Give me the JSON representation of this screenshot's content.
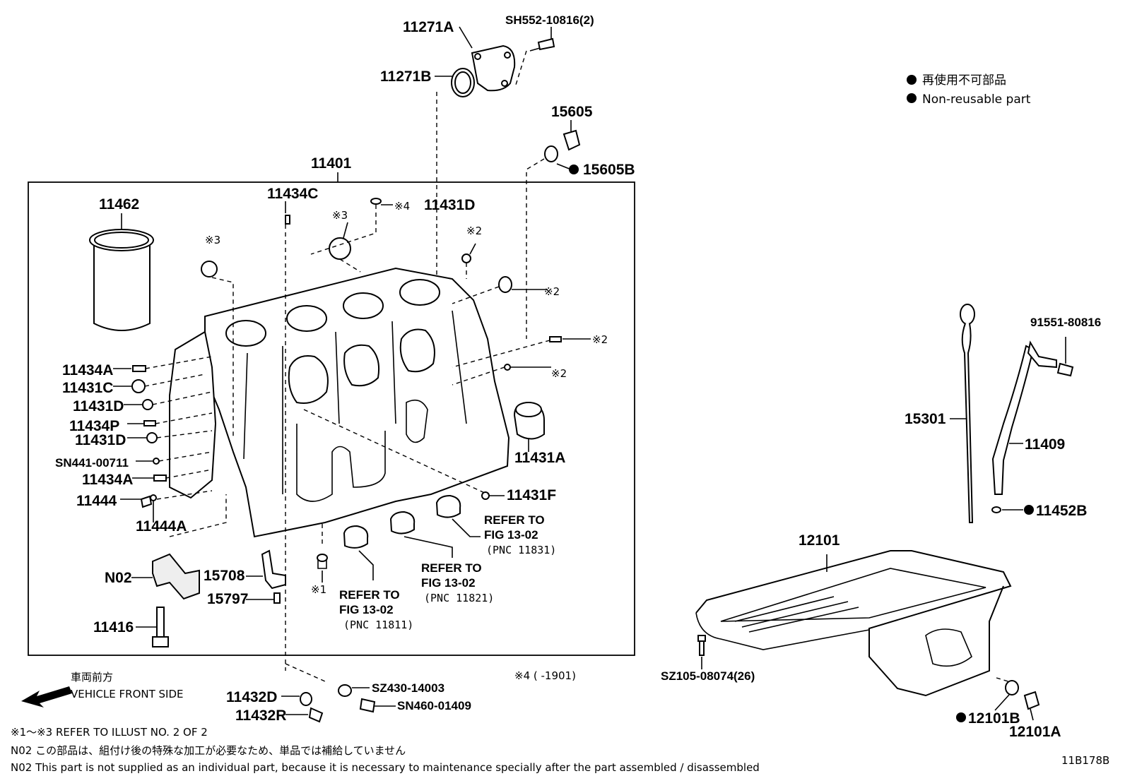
{
  "legend": {
    "jp": "再使用不可部品",
    "en": "Non-reusable part"
  },
  "labels": {
    "p11271A": "11271A",
    "sh552": "SH552-10816(2)",
    "p11271B": "11271B",
    "p15605": "15605",
    "p15605B": "15605B",
    "p11401": "11401",
    "p11462": "11462",
    "p11434C": "11434C",
    "n4": "※4",
    "p11431D_top": "11431D",
    "n3a": "※3",
    "n3b": "※3",
    "n2a": "※2",
    "n2b": "※2",
    "n2c": "※2",
    "n2d": "※2",
    "p11434A_1": "11434A",
    "p11431C": "11431C",
    "p11431D_1": "11431D",
    "p11434P": "11434P",
    "p11431D_2": "11431D",
    "sn441": "SN441-00711",
    "p11434A_2": "11434A",
    "p11444": "11444",
    "p11444A": "11444A",
    "p11431A": "11431A",
    "p11431F": "11431F",
    "ref1_a": "REFER TO",
    "ref1_b": "FIG 13-02",
    "ref1_c": "(PNC 11831)",
    "ref2_a": "REFER TO",
    "ref2_b": "FIG 13-02",
    "ref2_c": "(PNC 11821)",
    "ref3_a": "REFER TO",
    "ref3_b": "FIG 13-02",
    "ref3_c": "(PNC 11811)",
    "n1": "※1",
    "n02": "N02",
    "p15708": "15708",
    "p15797": "15797",
    "p11416": "11416",
    "p15301": "15301",
    "p91551": "91551-80816",
    "p11409": "11409",
    "p11452B": "11452B",
    "p12101": "12101",
    "sz105": "SZ105-08074(26)",
    "p12101B": "12101B",
    "p12101A": "12101A",
    "p11432D": "11432D",
    "p11432R": "11432R",
    "sz430": "SZ430-14003",
    "sn460": "SN460-01409",
    "n4note": "※4 (      -1901)",
    "front_jp": "車両前方",
    "front_en": "VEHICLE FRONT SIDE"
  },
  "notes": {
    "note1": "※1～※3  REFER TO ILLUST NO. 2 OF 2",
    "note2": "N02  この部品は、組付け後の特殊な加工が必要なため、単品では補給していません",
    "note3": "N02  This part is not supplied as an individual part, because it is necessary to maintenance specially after the part assembled / disassembled"
  },
  "code": "11B178B"
}
